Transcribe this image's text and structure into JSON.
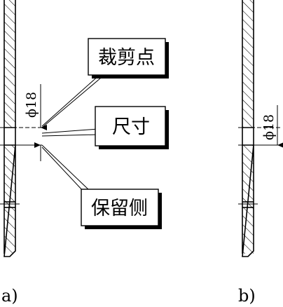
{
  "callouts": {
    "cut_point": "裁剪点",
    "size": "尺寸",
    "keep_side": "保留侧"
  },
  "dimensions": {
    "a": "ϕ18",
    "b": "ϕ18"
  },
  "panels": {
    "a_label": "a)",
    "b_label": "b)"
  }
}
